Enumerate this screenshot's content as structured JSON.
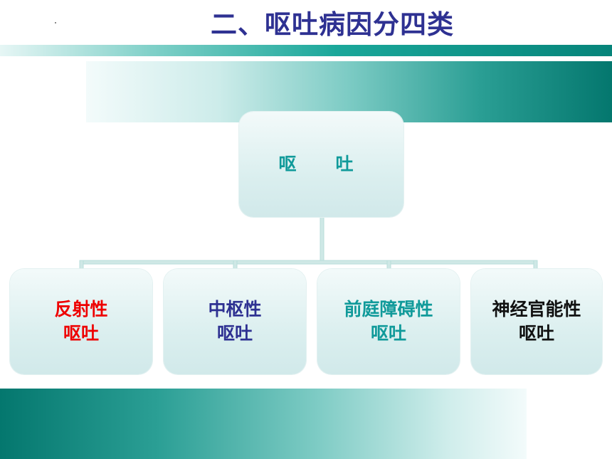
{
  "slide": {
    "title": "二、呕吐病因分四类"
  },
  "diagram": {
    "root": "呕　吐",
    "children": [
      {
        "line1": "反射性",
        "line2": "呕吐",
        "color": "#ee0000"
      },
      {
        "line1": "中枢性",
        "line2": "呕吐",
        "color": "#2e3192"
      },
      {
        "line1": "前庭障碍性",
        "line2": "呕吐",
        "color": "#109a9a"
      },
      {
        "line1": "神经官能性",
        "line2": "呕吐",
        "color": "#111111"
      }
    ]
  },
  "colors": {
    "title": "#2e3192",
    "accent_teal": "#06847a",
    "connector": "#cfe8e6"
  }
}
